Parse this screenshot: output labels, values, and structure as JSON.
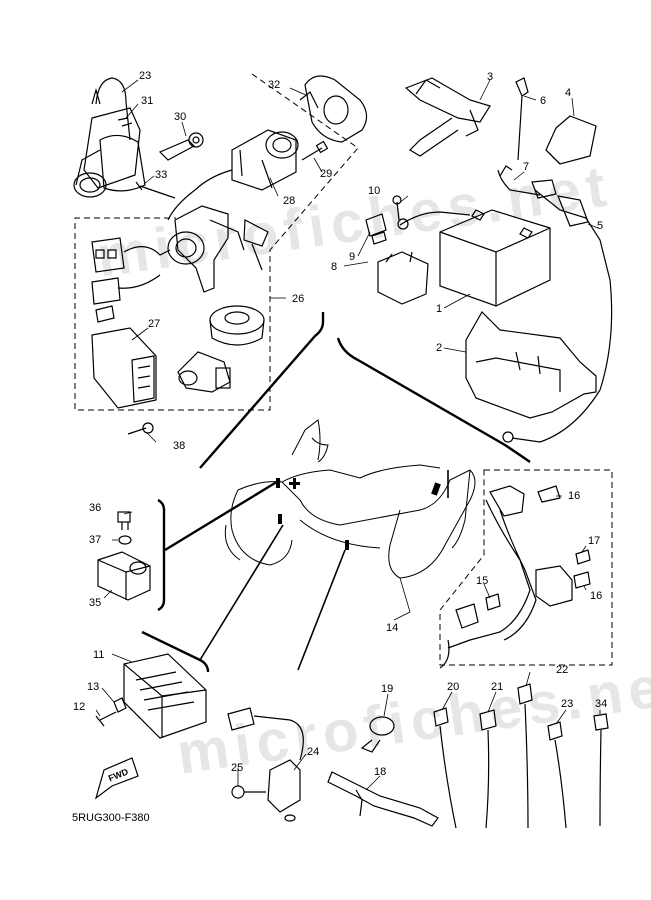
{
  "diagram": {
    "reference_code": "5RUG300-F380",
    "fwd_label": "FWD",
    "watermark": "microfiches.net",
    "callouts": {
      "c1": "1",
      "c2": "2",
      "c3": "3",
      "c4": "4",
      "c5": "5",
      "c6": "6",
      "c7": "7",
      "c8": "8",
      "c9": "9",
      "c10": "10",
      "c11": "11",
      "c12": "12",
      "c13": "13",
      "c14": "14",
      "c15": "15",
      "c16a": "16",
      "c16b": "16",
      "c17": "17",
      "c18": "18",
      "c19": "19",
      "c20": "20",
      "c21": "21",
      "c22": "22",
      "c23a": "23",
      "c23b": "23",
      "c24": "24",
      "c25": "25",
      "c26": "26",
      "c27": "27",
      "c28": "28",
      "c29": "29",
      "c30": "30",
      "c31": "31",
      "c32": "32",
      "c33": "33",
      "c34": "34",
      "c35": "35",
      "c36": "36",
      "c37": "37",
      "c38": "38"
    }
  }
}
